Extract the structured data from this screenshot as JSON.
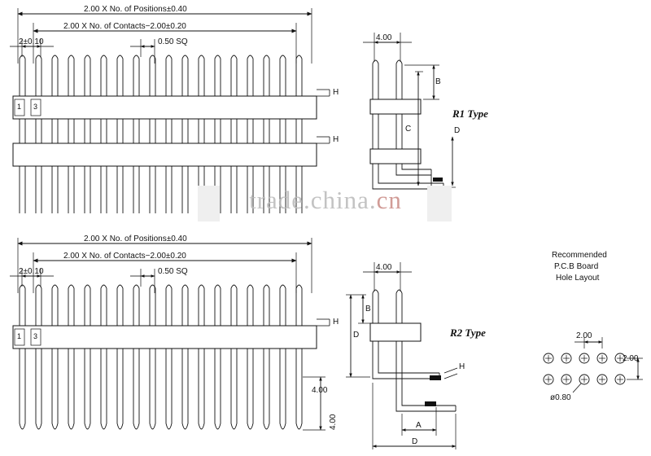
{
  "page": {
    "watermark_main": "trade.china.",
    "watermark_suffix": "cn"
  },
  "views": {
    "top_left": {
      "name": "R1 Type top view",
      "dim_positions": "2.00 X No. of Positions±0.40",
      "dim_contacts": "2.00 X No. of Contacts−2.00±0.20",
      "dim_pitch": "2±0.10",
      "dim_square": "0.50 SQ",
      "pin_one": "1",
      "pin_three": "3",
      "leader_h_top": "H",
      "leader_h_bottom": "H"
    },
    "top_right": {
      "name": "R1 Type side view",
      "type_label": "R1 Type",
      "dim_top": "4.00",
      "dim_b": "B",
      "dim_c": "C",
      "dim_d": "D"
    },
    "bottom_left": {
      "name": "R2 Type top view",
      "dim_positions": "2.00 X No. of Positions±0.40",
      "dim_contacts": "2.00 X No. of Contacts−2.00±0.20",
      "dim_pitch": "2±0.10",
      "dim_square": "0.50 SQ",
      "pin_one": "1",
      "pin_three": "3",
      "leader_h": "H",
      "dim_four": "4.00"
    },
    "bottom_right": {
      "name": "R2 Type side view",
      "type_label": "R2 Type",
      "dim_top": "4.00",
      "dim_b": "B",
      "dim_d_left": "D",
      "dim_h": "H",
      "dim_a": "A",
      "dim_d_bottom": "D"
    },
    "pcb": {
      "name": "Recommended PCB board hole layout",
      "title_line1": "Recommended",
      "title_line2": "P.C.B Board",
      "title_line3": "Hole Layout",
      "dim_horizontal": "2.00",
      "dim_vertical": "2.00",
      "hole_diameter": "ø0.80"
    }
  }
}
